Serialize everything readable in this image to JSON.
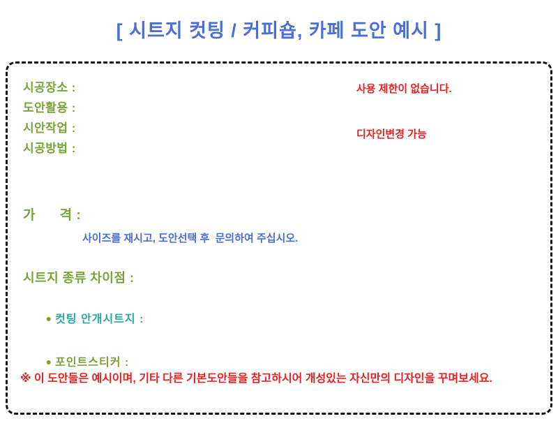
{
  "title": "[ 시트지 컷팅 / 커피숍, 카페 도안 예시 ]",
  "info": {
    "fields": [
      {
        "label": "시공장소 :"
      },
      {
        "label": "도안활용 :"
      },
      {
        "label": "시안작업 :"
      },
      {
        "label": "시공방법 :"
      }
    ],
    "usage_note": "사용 제한이 없습니다.",
    "design_note": "디자인변경 가능"
  },
  "price": {
    "label": "가      격 :",
    "instruction": "사이즈를 재시고, 도안선택 후  문의하여 주십시오."
  },
  "sheet_types": {
    "heading": "시트지 종류 차이점 :",
    "items": [
      {
        "bullet": "●",
        "label": "컷팅 안개시트지 :"
      },
      {
        "bullet": "●",
        "label": "포인트스티커 :"
      }
    ]
  },
  "footer_note": "※  이 도안들은 예시이며, 기타 다른 기본도안들을 참고하시어 개성있는 자신만의 디자인을 꾸며보세요.",
  "colors": {
    "title_blue": "#4a6ed3",
    "label_green": "#79a338",
    "note_red": "#ee1e1e",
    "body_blue": "#4a6ed3",
    "teal": "#2aa7a0"
  }
}
